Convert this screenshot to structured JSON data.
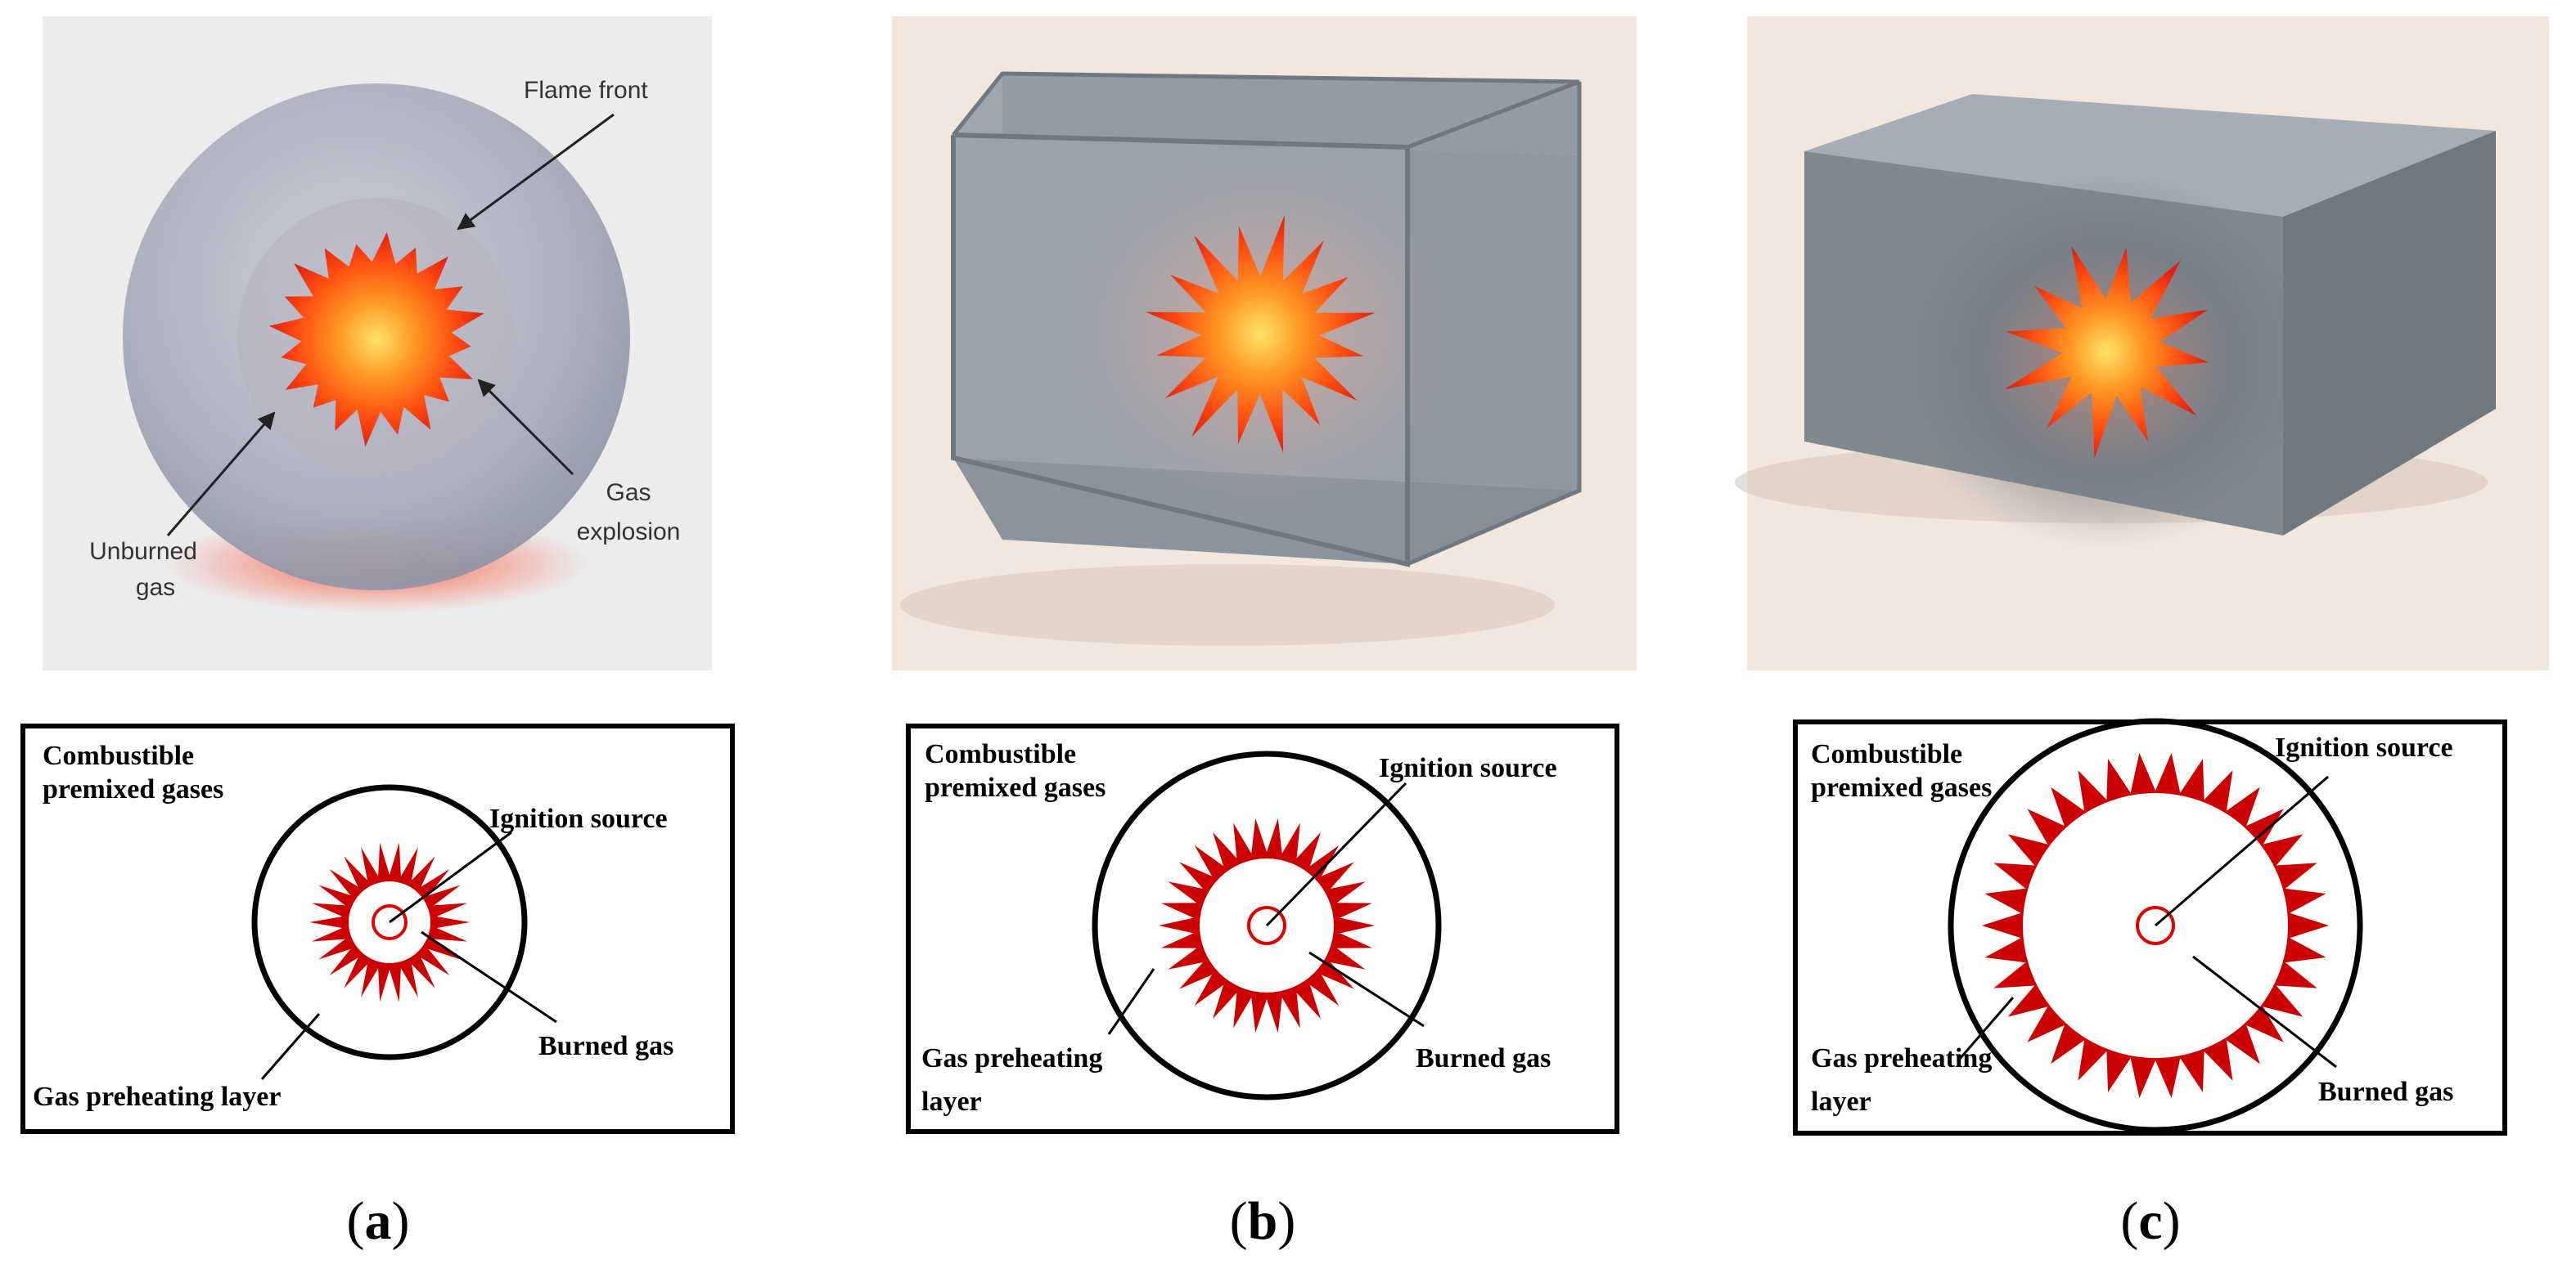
{
  "panel_a": {
    "render": {
      "flame_front": "Flame front",
      "gas_explosion_line1": "Gas",
      "gas_explosion_line2": "explosion",
      "unburned_line1": "Unburned",
      "unburned_line2": "gas"
    },
    "diagram": {
      "combustible_line1": "Combustible",
      "combustible_line2": "premixed gases",
      "ignition_source": "Ignition source",
      "burned_gas": "Burned gas",
      "preheating_line1": "Gas preheating layer"
    },
    "caption_letter": "a"
  },
  "panel_b": {
    "diagram": {
      "combustible_line1": "Combustible",
      "combustible_line2": "premixed gases",
      "ignition_source": "Ignition source",
      "burned_gas": "Burned gas",
      "preheating_line1": "Gas preheating",
      "preheating_line2": "layer"
    },
    "caption_letter": "b"
  },
  "panel_c": {
    "diagram": {
      "combustible_line1": "Combustible",
      "combustible_line2": "premixed gases",
      "ignition_source": "Ignition source",
      "burned_gas": "Burned gas",
      "preheating_line1": "Gas preheating",
      "preheating_line2": "layer"
    },
    "caption_letter": "c"
  },
  "caption_open": "(",
  "caption_close": ")",
  "colors": {
    "flame_red": "#cc0000",
    "flame_orange": "#ff5a1a",
    "flame_core": "#ffd23a",
    "box_grey": "#7b838d",
    "render_bg_a": "#ececec",
    "render_bg_bc": "#f3e6dc"
  }
}
